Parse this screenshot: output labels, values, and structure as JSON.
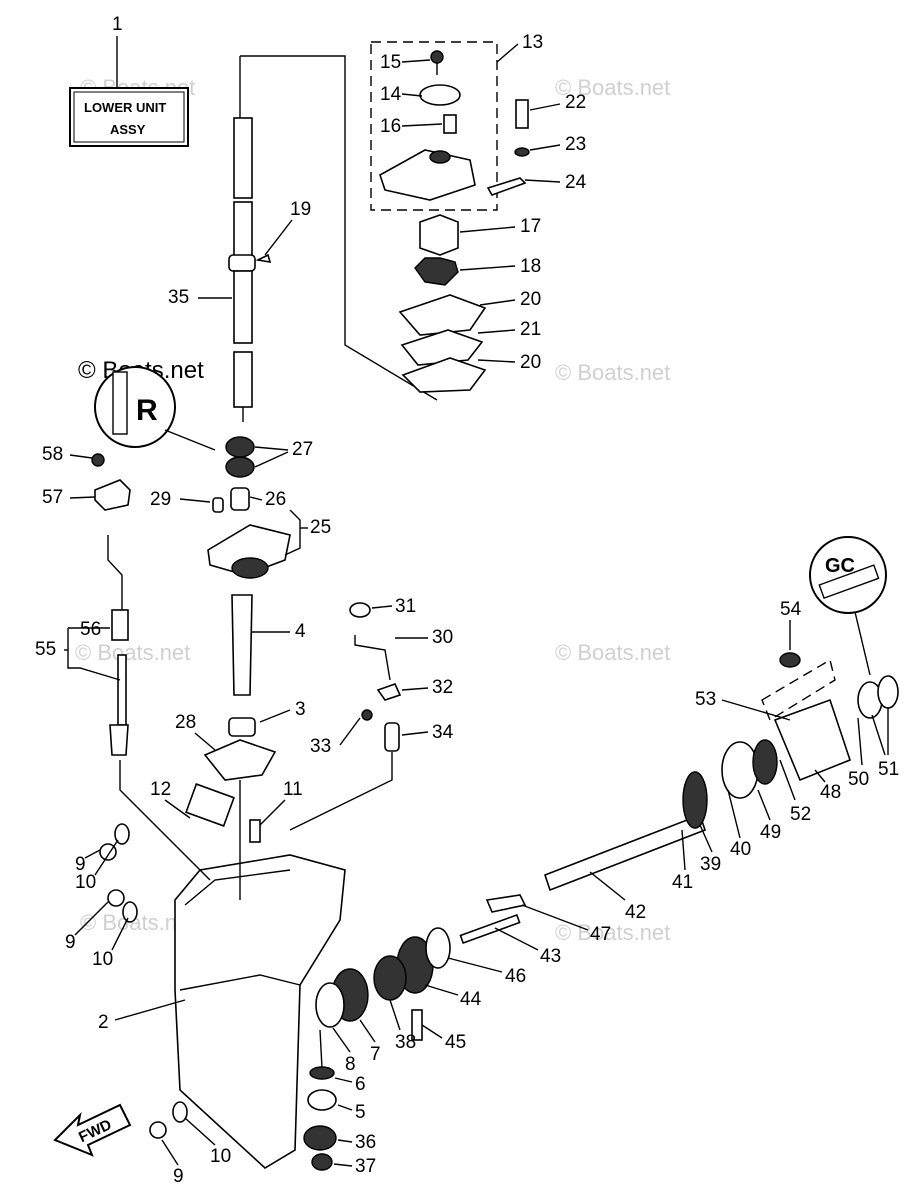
{
  "title_box": {
    "line1": "LOWER UNIT",
    "line2": "ASSY",
    "number": "1"
  },
  "watermark": "© Boats.net",
  "fwd_label": "FWD",
  "seal_markers": [
    "R",
    "GC"
  ],
  "callouts": [
    "2",
    "3",
    "4",
    "5",
    "6",
    "7",
    "8",
    "9",
    "9",
    "9",
    "10",
    "10",
    "10",
    "11",
    "12",
    "13",
    "14",
    "15",
    "16",
    "17",
    "18",
    "19",
    "20",
    "20",
    "21",
    "22",
    "23",
    "24",
    "25",
    "26",
    "27",
    "28",
    "29",
    "30",
    "31",
    "32",
    "33",
    "34",
    "35",
    "36",
    "37",
    "38",
    "39",
    "40",
    "41",
    "42",
    "43",
    "44",
    "45",
    "46",
    "47",
    "48",
    "49",
    "50",
    "51",
    "52",
    "53",
    "54",
    "55",
    "56",
    "57",
    "58"
  ]
}
